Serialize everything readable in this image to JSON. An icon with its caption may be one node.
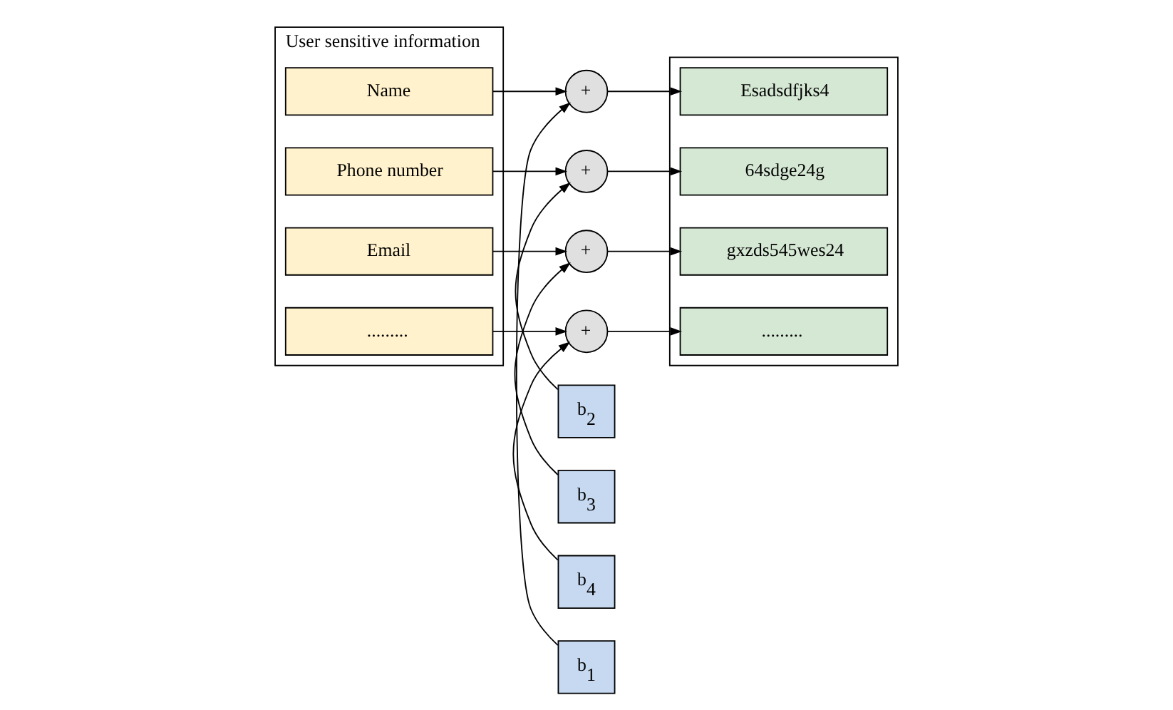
{
  "diagram": {
    "nodes": [
      {
        "text": [
          "User sensitive information"
        ]
      },
      {
        "text": [
          "Name"
        ],
        "in": 0
      },
      {
        "text": [
          "Phone number"
        ],
        "in": 0
      },
      {
        "text": [
          "Email"
        ],
        "in": 0
      },
      {
        "text": [
          "........."
        ],
        "in": 0
      },
      {
        "text": [],
        "shape": "box"
      },
      {
        "text": [
          "Esadsdfjks4"
        ],
        "in": 5
      },
      {
        "text": [
          "64sdge24g"
        ],
        "in": 5
      },
      {
        "text": [
          "gxzds545wes24"
        ],
        "in": 5
      },
      {
        "text": [
          "........."
        ],
        "in": 5
      },
      {
        "text": [
          "+"
        ]
      },
      {
        "text": [
          "+"
        ]
      },
      {
        "text": [
          "+"
        ]
      },
      {
        "text": [
          "+"
        ]
      },
      {
        "text": [
          "b$_{1}$"
        ]
      },
      {
        "text": [
          "b$_{2}$"
        ]
      },
      {
        "text": [
          "b$_{3}$"
        ]
      },
      {
        "text": [
          "b$_{4}$"
        ]
      }
    ],
    "edges": [
      {
        "from": 1,
        "to": 10,
        "arrow": "to"
      },
      {
        "from": 10,
        "to": 6,
        "arrow": "to"
      },
      {
        "from": 2,
        "to": 11,
        "arrow": "to"
      },
      {
        "from": 11,
        "to": 7,
        "arrow": "to"
      },
      {
        "from": 3,
        "to": 12,
        "arrow": "to"
      },
      {
        "from": 12,
        "to": 8,
        "arrow": "to"
      },
      {
        "from": 4,
        "to": 13,
        "arrow": "to"
      },
      {
        "from": 13,
        "to": 9,
        "arrow": "to"
      },
      {
        "from": 14,
        "to": 10,
        "arrow": "to"
      },
      {
        "from": 15,
        "to": 11,
        "arrow": "to"
      },
      {
        "from": 16,
        "to": 12,
        "arrow": "to"
      },
      {
        "from": 17,
        "to": 13,
        "arrow": "to"
      }
    ]
  }
}
